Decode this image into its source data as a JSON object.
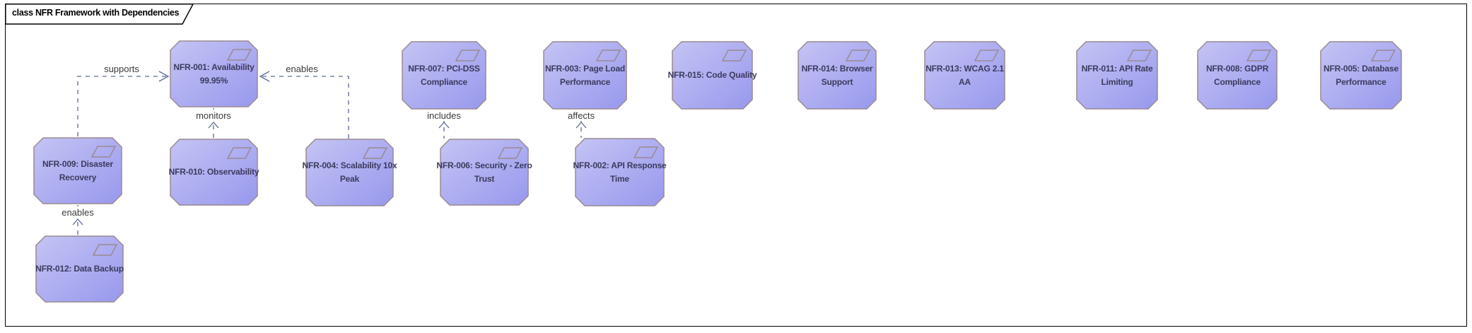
{
  "frame": {
    "title": "class NFR Framework with Dependencies",
    "kind": "UML class diagram frame"
  },
  "colors": {
    "node_fill_light": "#c4c4f4",
    "node_fill_dark": "#9898ee",
    "node_border": "#9a8a91",
    "node_text": "#3b3b5e",
    "edge": "#5c6b95",
    "edge_label_text": "#3a3a3a",
    "frame_border": "#000000",
    "background": "#ffffff"
  },
  "nodes": [
    {
      "id": "NFR-001",
      "label": "NFR-001: Availability 99.95%"
    },
    {
      "id": "NFR-007",
      "label": "NFR-007: PCI-DSS Compliance"
    },
    {
      "id": "NFR-003",
      "label": "NFR-003: Page Load Performance"
    },
    {
      "id": "NFR-015",
      "label": "NFR-015: Code Quality"
    },
    {
      "id": "NFR-014",
      "label": "NFR-014: Browser Support"
    },
    {
      "id": "NFR-013",
      "label": "NFR-013: WCAG 2.1 AA"
    },
    {
      "id": "NFR-011",
      "label": "NFR-011: API Rate Limiting"
    },
    {
      "id": "NFR-008",
      "label": "NFR-008: GDPR Compliance"
    },
    {
      "id": "NFR-005",
      "label": "NFR-005: Database Performance"
    },
    {
      "id": "NFR-009",
      "label": "NFR-009: Disaster Recovery"
    },
    {
      "id": "NFR-010",
      "label": "NFR-010: Observability"
    },
    {
      "id": "NFR-004",
      "label": "NFR-004: Scalability 10x Peak"
    },
    {
      "id": "NFR-006",
      "label": "NFR-006: Security - Zero Trust"
    },
    {
      "id": "NFR-002",
      "label": "NFR-002: API Response Time"
    },
    {
      "id": "NFR-012",
      "label": "NFR-012: Data Backup"
    }
  ],
  "edges": [
    {
      "label": "supports",
      "from": "NFR-009",
      "to": "NFR-001"
    },
    {
      "label": "enables",
      "from": "NFR-004",
      "to": "NFR-001"
    },
    {
      "label": "monitors",
      "from": "NFR-010",
      "to": "NFR-001"
    },
    {
      "label": "includes",
      "from": "NFR-006",
      "to": "NFR-007"
    },
    {
      "label": "affects",
      "from": "NFR-002",
      "to": "NFR-003"
    },
    {
      "label": "enables",
      "from": "NFR-012",
      "to": "NFR-009"
    }
  ],
  "icons": {
    "node_corner_icon": "collaboration-parallelogram-icon"
  }
}
